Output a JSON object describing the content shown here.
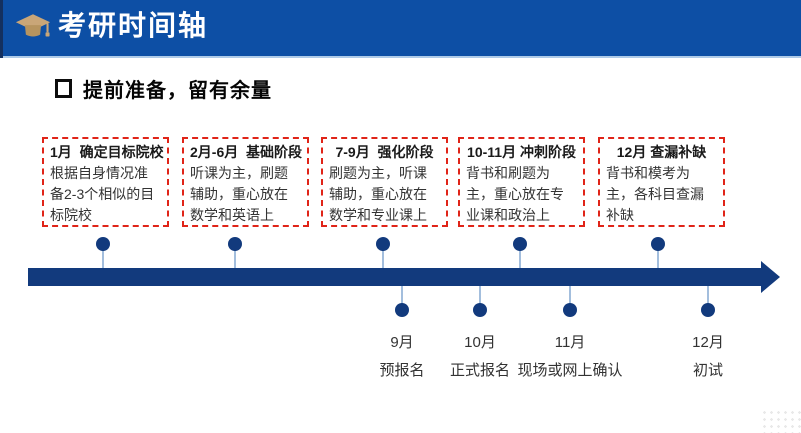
{
  "header": {
    "title": "考研时间轴"
  },
  "section": {
    "heading": "提前准备，留有余量"
  },
  "colors": {
    "header_blue": "#0d4fa5",
    "timeline_navy": "#123a7d",
    "stage_border_red": "#e02418",
    "cap_tan": "#c9a678"
  },
  "timeline": {
    "stages": [
      {
        "title": "1月  确定目标院校",
        "body": "根据自身情况准备2-3个相似的目标院校"
      },
      {
        "title": "2月-6月  基础阶段",
        "body": "听课为主，刷题辅助，重心放在数学和英语上"
      },
      {
        "title": "7-9月  强化阶段",
        "body": "刷题为主，听课辅助，重心放在数学和专业课上"
      },
      {
        "title": "10-11月 冲刺阶段",
        "body": "背书和刷题为主，重心放在专业课和政治上"
      },
      {
        "title": "12月 查漏补缺",
        "body": "背书和模考为主，各科目查漏补缺"
      }
    ],
    "milestones": [
      {
        "month": "9月",
        "label": "预报名"
      },
      {
        "month": "10月",
        "label": "正式报名"
      },
      {
        "month": "11月",
        "label": "现场或网上确认"
      },
      {
        "month": "12月",
        "label": "初试"
      }
    ]
  }
}
